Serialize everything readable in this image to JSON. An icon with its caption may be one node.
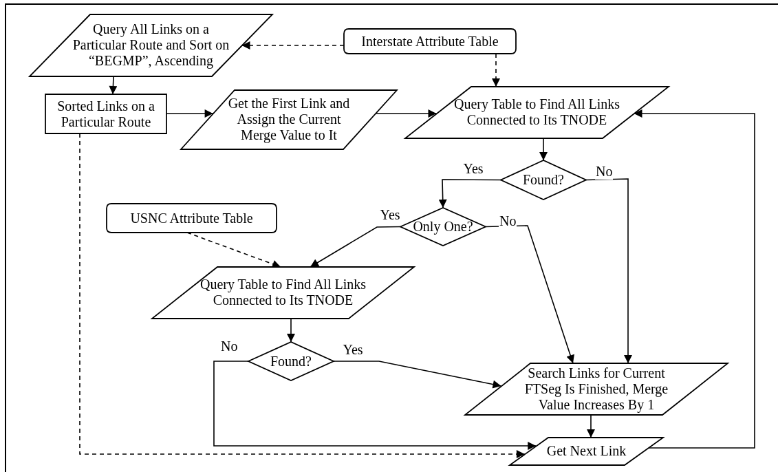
{
  "diagram": {
    "nodes": [
      {
        "text": [
          "Query All Links on a Particular Route and Sort on “BEGMP”, Ascending"
        ]
      },
      {
        "text": [
          "Interstate Attribute Table"
        ]
      },
      {
        "text": [
          "Sorted Links on a Particular Route"
        ]
      },
      {
        "text": [
          "Get the First Link and Assign the Current Merge Value to It"
        ]
      },
      {
        "text": [
          "Query Table to Find All Links Connected to Its TNODE"
        ]
      },
      {
        "text": [
          "Found?"
        ]
      },
      {
        "text": [
          "Only One?"
        ]
      },
      {
        "text": [
          "USNC Attribute Table"
        ]
      },
      {
        "text": [
          "Query Table to Find All Links Connected to Its TNODE"
        ]
      },
      {
        "text": [
          "Found?"
        ]
      },
      {
        "text": [
          "Search Links for Current FTSeg Is Finished, Merge Value Increases By 1"
        ]
      },
      {
        "text": [
          "Get Next Link"
        ]
      }
    ],
    "edges": [
      {
        "from": 1,
        "to": 0,
        "arrow": "to",
        "style": "dashed"
      },
      {
        "from": 0,
        "to": 2,
        "arrow": "to"
      },
      {
        "from": 2,
        "to": 3,
        "arrow": "to"
      },
      {
        "from": 3,
        "to": 4,
        "arrow": "to"
      },
      {
        "from": 1,
        "to": 4,
        "arrow": "to",
        "style": "dashed"
      },
      {
        "from": 4,
        "to": 5,
        "arrow": "to"
      },
      {
        "from": 5,
        "to": 6,
        "arrow": "to",
        "label": "Yes"
      },
      {
        "from": 5,
        "to": 10,
        "arrow": "to",
        "label": "No"
      },
      {
        "from": 6,
        "to": 8,
        "arrow": "to",
        "label": "Yes"
      },
      {
        "from": 6,
        "to": 10,
        "arrow": "to",
        "label": "No"
      },
      {
        "from": 7,
        "to": 8,
        "arrow": "to",
        "style": "dashed"
      },
      {
        "from": 8,
        "to": 9,
        "arrow": "to"
      },
      {
        "from": 9,
        "to": 10,
        "arrow": "to",
        "label": "Yes"
      },
      {
        "from": 9,
        "to": 11,
        "arrow": "to",
        "label": "No"
      },
      {
        "from": 10,
        "to": 11,
        "arrow": "to"
      },
      {
        "from": 2,
        "to": 11,
        "arrow": "to",
        "style": "dashed"
      },
      {
        "from": 11,
        "to": 4,
        "arrow": "to"
      }
    ]
  }
}
